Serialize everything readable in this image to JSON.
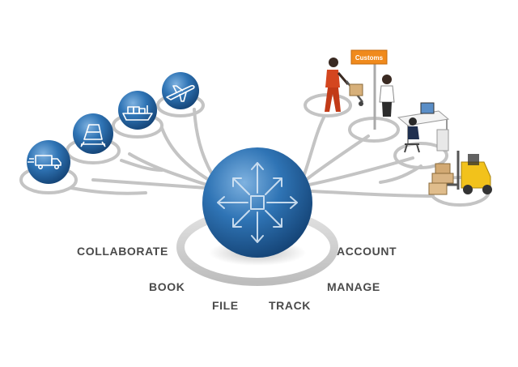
{
  "labels": {
    "collaborate": "COLLABORATE",
    "book": "BOOK",
    "file": "FILE",
    "track": "TRACK",
    "account": "ACCOUNT",
    "manage": "MANAGE"
  },
  "sign": {
    "text": "Customs"
  },
  "icons": {
    "center": "arrows-expand-icon",
    "left_nodes": [
      "truck-icon",
      "train-icon",
      "cargo-ship-icon",
      "airplane-icon"
    ],
    "right_nodes": [
      "workers-handtruck-icon",
      "customs-officer-icon",
      "office-desk-icon",
      "forklift-icon"
    ]
  },
  "colors": {
    "sphere": "#2f74b5",
    "sphere_dark": "#174f86",
    "connector": "#c8c8c8",
    "label": "#4a4a4a",
    "sign": "#f08a1c",
    "forklift": "#f2c21b"
  }
}
